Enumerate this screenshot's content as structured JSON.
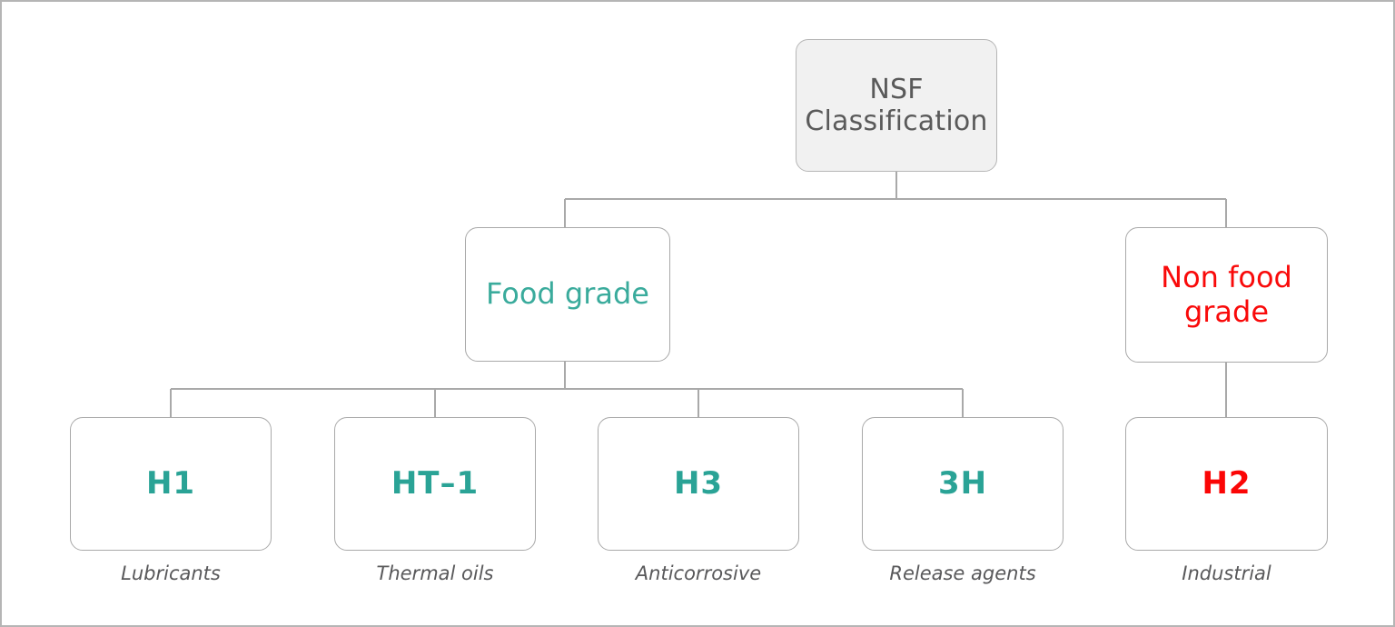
{
  "diagram": {
    "type": "tree",
    "title": "NSF Classification",
    "background_color": "#ffffff",
    "border_color": "#b5b5b5",
    "connector_color": "#a9a9a9",
    "colors": {
      "teal": "#3aab9c",
      "red": "#f90a0a",
      "root_fill": "#f1f1f1",
      "node_border": "#a9a9a9",
      "caption_text": "#58585a",
      "root_text": "#5a5a5a"
    },
    "root": {
      "label_line1": "NSF",
      "label_line2": "Classification"
    },
    "branches": [
      {
        "id": "food-grade",
        "label": "Food grade",
        "color": "#3aab9c"
      },
      {
        "id": "non-food-grade",
        "label_line1": "Non food",
        "label_line2": "grade",
        "color": "#f90a0a"
      }
    ],
    "leaves": [
      {
        "id": "h1",
        "code": "H1",
        "caption": "Lubricants",
        "parent": "food-grade",
        "color": "#2aa396"
      },
      {
        "id": "ht-1",
        "code": "HT–1",
        "caption": "Thermal oils",
        "parent": "food-grade",
        "color": "#2aa396"
      },
      {
        "id": "h3",
        "code": "H3",
        "caption": "Anticorrosive",
        "parent": "food-grade",
        "color": "#2aa396"
      },
      {
        "id": "3h",
        "code": "3H",
        "caption": "Release agents",
        "parent": "food-grade",
        "color": "#2aa396"
      },
      {
        "id": "h2",
        "code": "H2",
        "caption": "Industrial",
        "parent": "non-food-grade",
        "color": "#fb0606"
      }
    ]
  }
}
